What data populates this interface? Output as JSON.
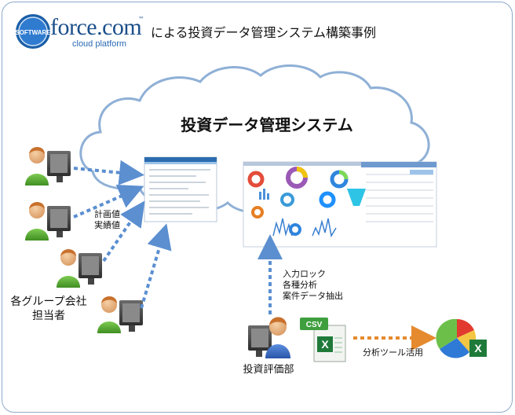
{
  "header": {
    "logo_badge": "SOFTWARE",
    "logo_word": "force.com",
    "logo_tm": "™",
    "logo_sub": "cloud platform",
    "title": "による投資データ管理システム構築事例"
  },
  "cloud": {
    "label": "投資データ管理システム"
  },
  "users": {
    "label": "各グループ会社\n担当者",
    "label_line1": "各グループ会社",
    "label_line2": "担当者",
    "count": 4
  },
  "edges": {
    "input_label_line1": "計画値",
    "input_label_line2": "実績値",
    "dept_label_line1": "入力ロック",
    "dept_label_line2": "各種分析",
    "dept_label_line3": "案件データ抽出",
    "tool_label": "分析ツール活用"
  },
  "department": {
    "label": "投資評価部"
  },
  "csv": {
    "badge": "CSV"
  },
  "colors": {
    "cloud_stroke": "#8fb0d6",
    "arrow_blue": "#5b8fd0",
    "arrow_orange": "#e58a2e",
    "frame": "#8ea9c9",
    "csv_green": "#3f9f3f",
    "excel_green": "#1f7a3a"
  }
}
